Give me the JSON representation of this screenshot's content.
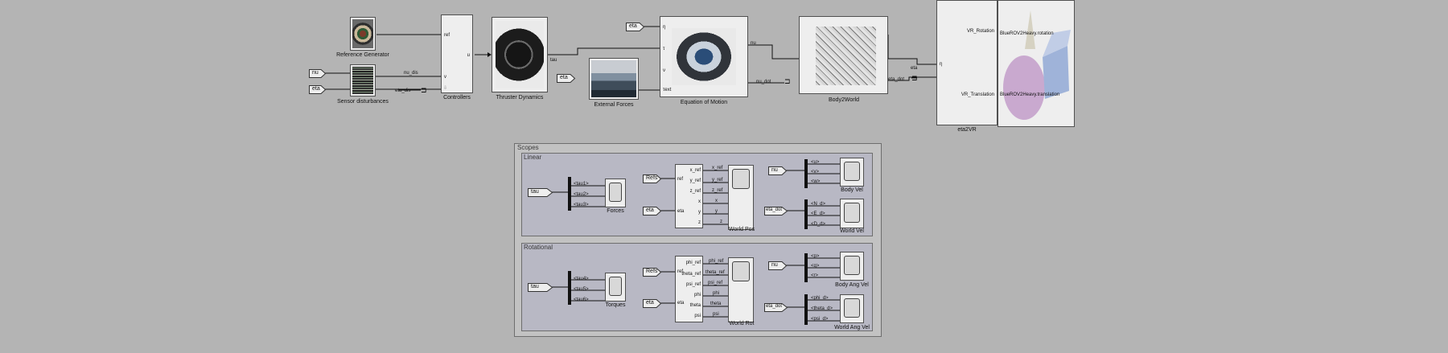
{
  "top": {
    "reference_generator": "Reference Generator",
    "sensor_disturbances": "Sensor disturbances",
    "controllers": "Controllers",
    "thruster_dynamics": "Thruster Dynamics",
    "external_forces": "External Forces",
    "equation_of_motion": "Equation of Motion",
    "body2world": "Body2World",
    "eta2vr": "eta2VR",
    "tags": {
      "nu": "nu",
      "eta": "eta"
    },
    "signals": {
      "nu_dis": "nu_dis",
      "eta_dis": "eta_dis",
      "tau": "tau",
      "nu_dot": "nu_dot",
      "eta_dot": "eta_dot",
      "eta": "eta",
      "nu": "nu"
    },
    "ports": {
      "ref": "ref",
      "v": "v",
      "u": "u",
      "eta_in": "η",
      "tau_in": "τ",
      "nu_in": "ν",
      "ext": "τext",
      "vr_rot": "VR_Rotation",
      "vr_trans": "VR_Translation"
    },
    "vr_rotation": "BlueROV2Heavy.rotation",
    "vr_translation": "BlueROV2Heavy.translation"
  },
  "scopes": {
    "title": "Scopes",
    "linear": {
      "title": "Linear",
      "tau_tag": "tau",
      "forces_bus": [
        "<tau1>",
        "<tau2>",
        "<tau3>"
      ],
      "forces_scope": "Forces",
      "refs_tag": "Refs",
      "eta_tag": "eta",
      "block_in": [
        "ref",
        "eta"
      ],
      "block_out": [
        "x_ref",
        "y_ref",
        "z_ref",
        "x",
        "y",
        "z"
      ],
      "world_pos_outputs": [
        "x_ref",
        "y_ref",
        "z_ref",
        "x",
        "y",
        "z"
      ],
      "world_pos_scope": "World Pos",
      "nu_tag": "nu",
      "nu_bus": [
        "<u>",
        "<v>",
        "<w>"
      ],
      "body_vel_scope": "Body Vel",
      "eta_dot_tag": "eta_dot",
      "eta_dot_bus": [
        "<N_d>",
        "<E_d>",
        "<D_d>"
      ],
      "world_vel_scope": "World Vel"
    },
    "rotational": {
      "title": "Rotational",
      "tau_tag": "tau",
      "torque_bus": [
        "<tau4>",
        "<tau5>",
        "<tau6>"
      ],
      "torques_scope": "Torques",
      "refs_tag": "Refs",
      "eta_tag": "eta",
      "block_in": [
        "ref",
        "eta"
      ],
      "block_out": [
        "phi_ref",
        "theta_ref",
        "psi_ref",
        "phi",
        "theta",
        "psi"
      ],
      "world_rot_outputs": [
        "phi_ref",
        "theta_ref",
        "psi_ref",
        "phi",
        "theta",
        "psi"
      ],
      "world_rot_scope": "World Rot",
      "nu_tag": "nu",
      "nu_bus": [
        "<p>",
        "<q>",
        "<r>"
      ],
      "body_ang_scope": "Body Ang Vel",
      "eta_dot_tag": "eta_dot",
      "eta_dot_bus": [
        "<phi_d>",
        "<theta_d>",
        "<psi_d>"
      ],
      "world_ang_scope": "World Ang Vel"
    }
  }
}
